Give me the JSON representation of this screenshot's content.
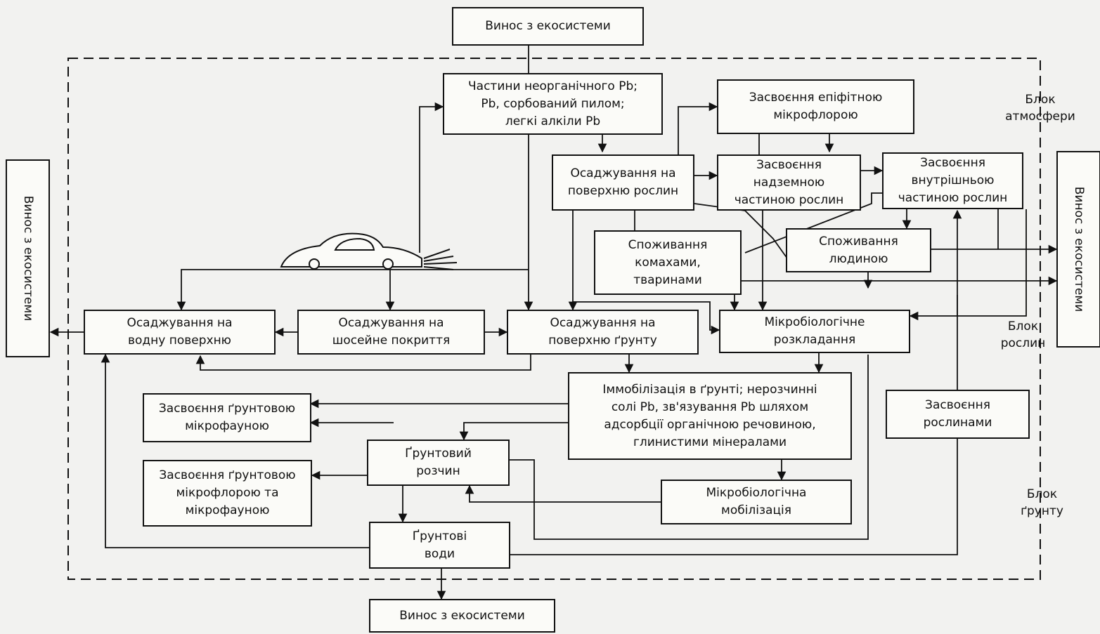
{
  "boxes": {
    "out_top": "Винос з екосистеми",
    "out_bottom": "Винос з екосистеми",
    "out_left": "Винос з екосистеми",
    "out_right": "Винос з екосистеми",
    "particles": "Частини неорганічного Pb;\nPb, сорбований пилом;\nлегкі алкіли Pb",
    "epiphyte": "Засвоєння епіфітною\nмікрофлорою",
    "dep_plants": "Осаджування на\nповерхню рослин",
    "above_ground": "Засвоєння\nнадземною\nчастиною рослин",
    "internal": "Засвоєння\nвнутрішньою\nчастиною рослин",
    "insects": "Споживання\nкомахами,\nтваринами",
    "human": "Споживання\nлюдиною",
    "microbio_decomp": "Мікробіологічне\nрозкладання",
    "dep_water": "Осаджування на\nводну поверхню",
    "dep_road": "Осаджування на\nшосейне покриття",
    "dep_soil": "Осаджування на\nповерхню ґрунту",
    "immobilization": "Іммобілізація в ґрунті; нерозчинні\nсолі Pb, зв'язування Pb шляхом\nадсорбції органічною речовиною,\nглинистими мінералами",
    "soil_microfauna": "Засвоєння ґрунтовою\nмікрофауною",
    "soil_solution": "Ґрунтовий\nрозчин",
    "soil_microflora": "Засвоєння ґрунтовою\nмікрофлорою та\nмікрофауною",
    "microbio_mobil": "Мікробіологічна\nмобілізація",
    "groundwater": "Ґрунтові\nводи",
    "plants_uptake": "Засвоєння\nрослинами"
  },
  "labels": {
    "atmosphere_block": "Блок\nатмосфери",
    "plants_block": "Блок\nрослин",
    "soil_block": "Блок\nґрунту"
  },
  "icons": {
    "car": "car-icon"
  }
}
